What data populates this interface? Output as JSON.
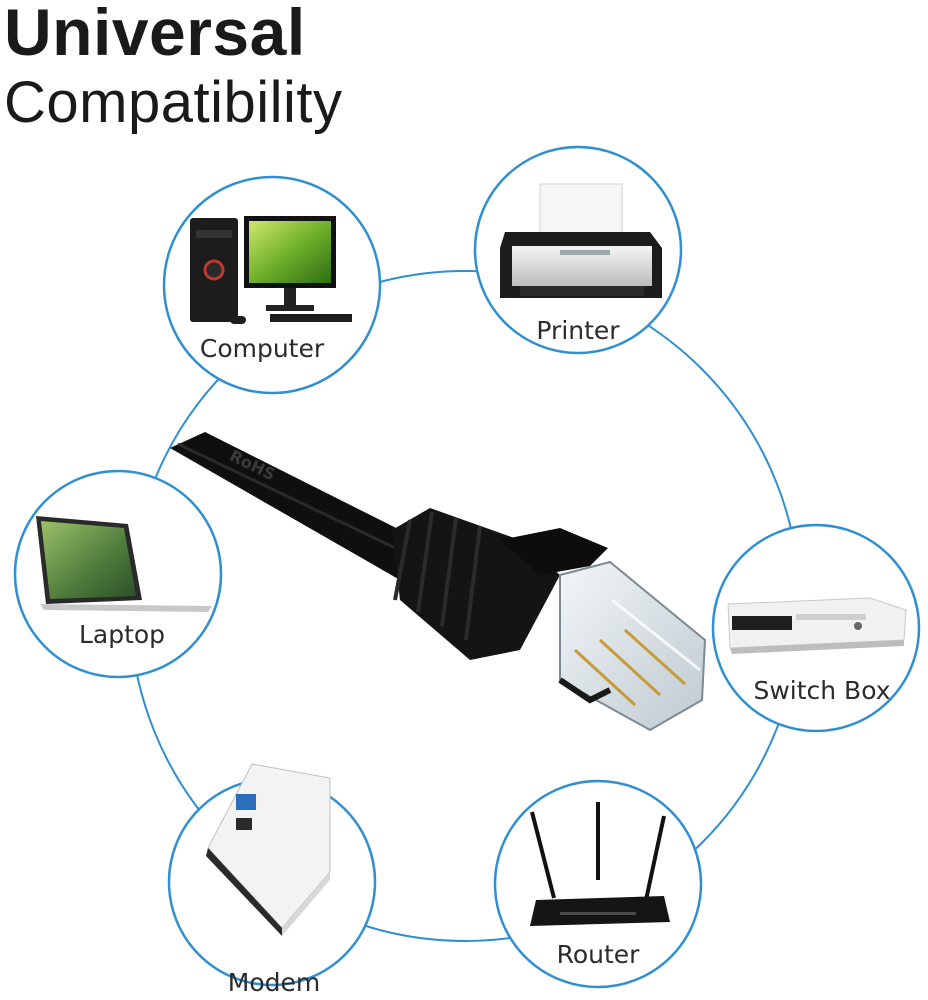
{
  "headline": {
    "line1": "Universal",
    "line2": "Compatibility"
  },
  "cable": {
    "jacket_print": "RoHS"
  },
  "devices": [
    {
      "id": "computer",
      "label": "Computer",
      "icon": "computer-icon"
    },
    {
      "id": "printer",
      "label": "Printer",
      "icon": "printer-icon"
    },
    {
      "id": "laptop",
      "label": "Laptop",
      "icon": "laptop-icon"
    },
    {
      "id": "switch",
      "label": "Switch Box",
      "icon": "network-switch-icon"
    },
    {
      "id": "modem",
      "label": "Modem",
      "icon": "modem-icon"
    },
    {
      "id": "router",
      "label": "Router",
      "icon": "router-icon"
    }
  ],
  "colors": {
    "ring": "#2f8fd0",
    "text": "#1a1a1a",
    "cable": "#121212"
  }
}
